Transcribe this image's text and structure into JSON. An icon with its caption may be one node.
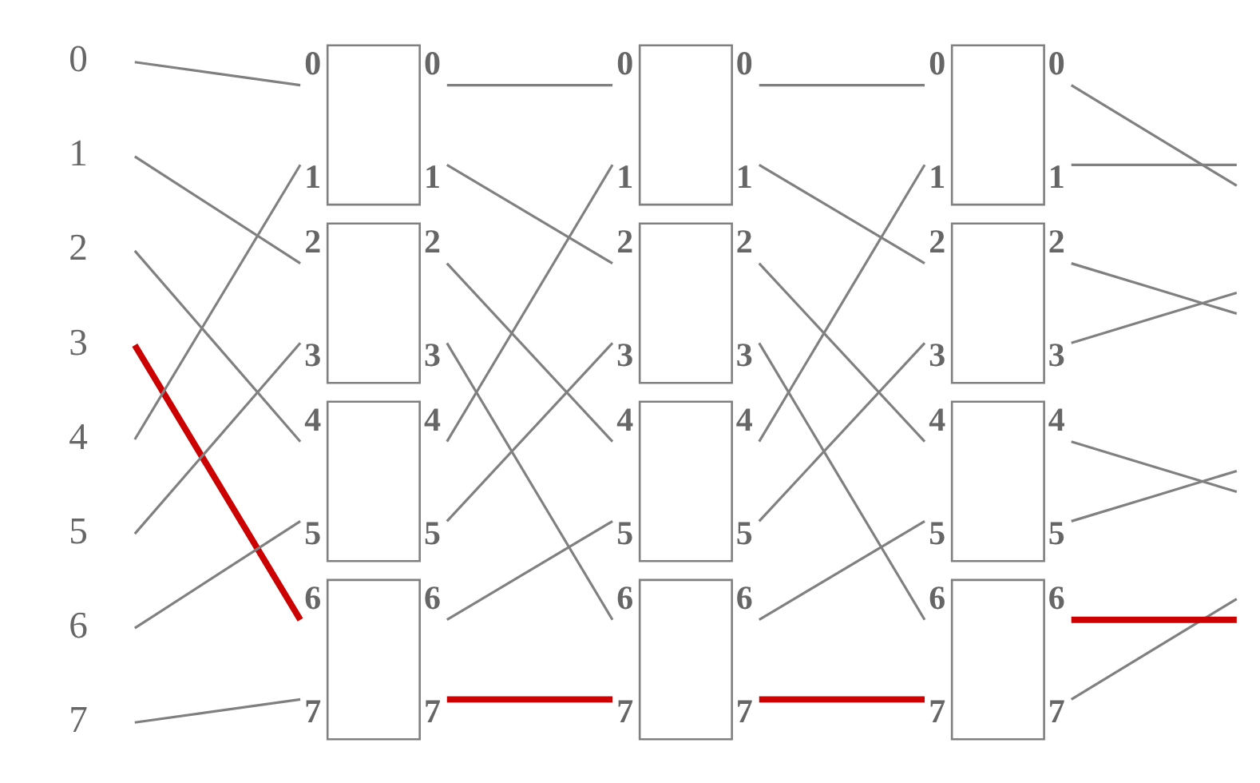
{
  "diagram": {
    "nodes": [
      {
        "text": [
          "0"
        ]
      },
      {
        "text": [
          "1"
        ]
      },
      {
        "text": [
          "2"
        ]
      },
      {
        "text": [
          "3"
        ]
      },
      {
        "text": [
          "4"
        ]
      },
      {
        "text": [
          "5"
        ]
      },
      {
        "text": [
          "6"
        ]
      },
      {
        "text": [
          "7"
        ]
      },
      {
        "text": [],
        "shape": "box",
        "beside": [
          "0",
          "1",
          "0",
          "1"
        ]
      },
      {
        "text": [],
        "shape": "box",
        "beside": [
          "2",
          "3",
          "2",
          "3"
        ]
      },
      {
        "text": [],
        "shape": "box",
        "beside": [
          "4",
          "5",
          "4",
          "5"
        ]
      },
      {
        "text": [],
        "shape": "box",
        "beside": [
          "6",
          "7",
          "6",
          "7"
        ]
      },
      {
        "text": [],
        "shape": "box",
        "beside": [
          "0",
          "1",
          "0",
          "1"
        ]
      },
      {
        "text": [],
        "shape": "box",
        "beside": [
          "2",
          "3",
          "2",
          "3"
        ]
      },
      {
        "text": [],
        "shape": "box",
        "beside": [
          "4",
          "5",
          "4",
          "5"
        ]
      },
      {
        "text": [],
        "shape": "box",
        "beside": [
          "6",
          "7",
          "6",
          "7"
        ]
      },
      {
        "text": [],
        "shape": "box",
        "beside": [
          "0",
          "1",
          "0",
          "1"
        ]
      },
      {
        "text": [],
        "shape": "box",
        "beside": [
          "2",
          "3",
          "2",
          "3"
        ]
      },
      {
        "text": [],
        "shape": "box",
        "beside": [
          "4",
          "5",
          "4",
          "5"
        ]
      },
      {
        "text": [],
        "shape": "box",
        "beside": [
          "6",
          "7",
          "6",
          "7"
        ]
      }
    ],
    "edges": [
      {
        "from": 0,
        "to": 8,
        "arrow": "none"
      },
      {
        "from": 1,
        "to": 9,
        "arrow": "none"
      },
      {
        "from": 2,
        "to": 10,
        "arrow": "none"
      },
      {
        "from": 3,
        "to": 11,
        "arrow": "none",
        "style": "thick",
        "color": "#cc0000"
      },
      {
        "from": 4,
        "to": 8,
        "arrow": "none"
      },
      {
        "from": 5,
        "to": 9,
        "arrow": "none"
      },
      {
        "from": 6,
        "to": 10,
        "arrow": "none"
      },
      {
        "from": 7,
        "to": 11,
        "arrow": "none"
      },
      {
        "from": 8,
        "to": 12,
        "arrow": "none"
      },
      {
        "from": 8,
        "to": 13,
        "arrow": "none"
      },
      {
        "from": 9,
        "to": 14,
        "arrow": "none"
      },
      {
        "from": 9,
        "to": 15,
        "arrow": "none"
      },
      {
        "from": 10,
        "to": 12,
        "arrow": "none"
      },
      {
        "from": 10,
        "to": 13,
        "arrow": "none"
      },
      {
        "from": 11,
        "to": 14,
        "arrow": "none"
      },
      {
        "from": 11,
        "to": 15,
        "arrow": "none",
        "style": "thick",
        "color": "#cc0000"
      },
      {
        "from": 12,
        "to": 16,
        "arrow": "none"
      },
      {
        "from": 12,
        "to": 17,
        "arrow": "none"
      },
      {
        "from": 13,
        "to": 18,
        "arrow": "none"
      },
      {
        "from": 13,
        "to": 19,
        "arrow": "none"
      },
      {
        "from": 14,
        "to": 16,
        "arrow": "none"
      },
      {
        "from": 14,
        "to": 17,
        "arrow": "none"
      },
      {
        "from": 15,
        "to": 18,
        "arrow": "none"
      },
      {
        "from": 15,
        "to": 19,
        "arrow": "none",
        "style": "thick",
        "color": "#cc0000"
      },
      {
        "from": 16,
        "to": null,
        "arrow": "none"
      },
      {
        "from": 16,
        "to": null,
        "arrow": "none"
      },
      {
        "from": 17,
        "to": null,
        "arrow": "none"
      },
      {
        "from": 17,
        "to": null,
        "arrow": "none"
      },
      {
        "from": 18,
        "to": null,
        "arrow": "none"
      },
      {
        "from": 18,
        "to": null,
        "arrow": "none"
      },
      {
        "from": 19,
        "to": null,
        "arrow": "none"
      },
      {
        "from": 19,
        "to": null,
        "arrow": "none",
        "style": "thick",
        "color": "#cc0000"
      }
    ]
  }
}
